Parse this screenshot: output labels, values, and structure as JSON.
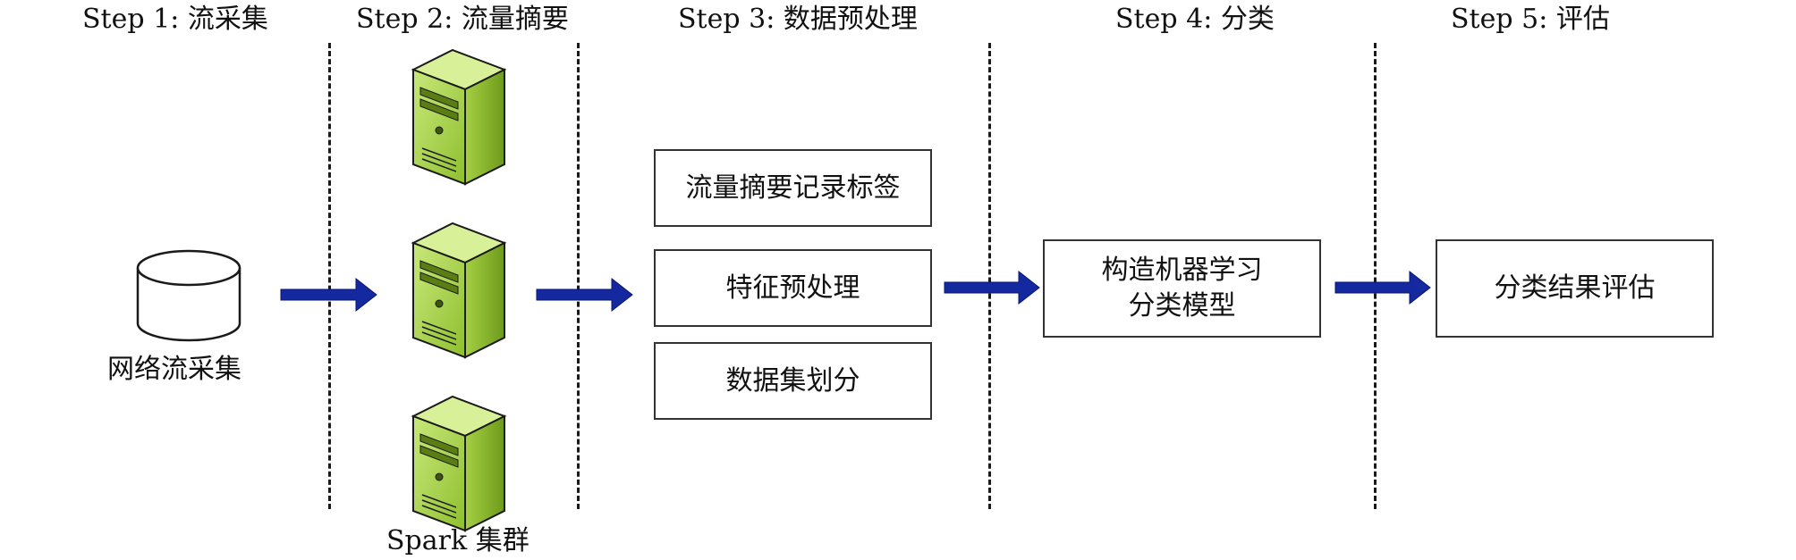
{
  "steps": [
    "Step 1: 流采集",
    "Step 2: 流量摘要",
    "Step 3: 数据预处理",
    "Step 4: 分类",
    "Step 5: 评估"
  ],
  "step1": {
    "label": "网络流采集",
    "icon": "database-icon"
  },
  "step2": {
    "label": "Spark 集群",
    "icon": "server-icon",
    "server_color": "#9fcc3b"
  },
  "step3": {
    "boxes": [
      "流量摘要记录标签",
      "特征预处理",
      "数据集划分"
    ]
  },
  "step4": {
    "box_line1": "构造机器学习",
    "box_line2": "分类模型"
  },
  "step5": {
    "box": "分类结果评估"
  },
  "colors": {
    "arrow": "#1428a0",
    "divider": "#1a1a1a"
  }
}
